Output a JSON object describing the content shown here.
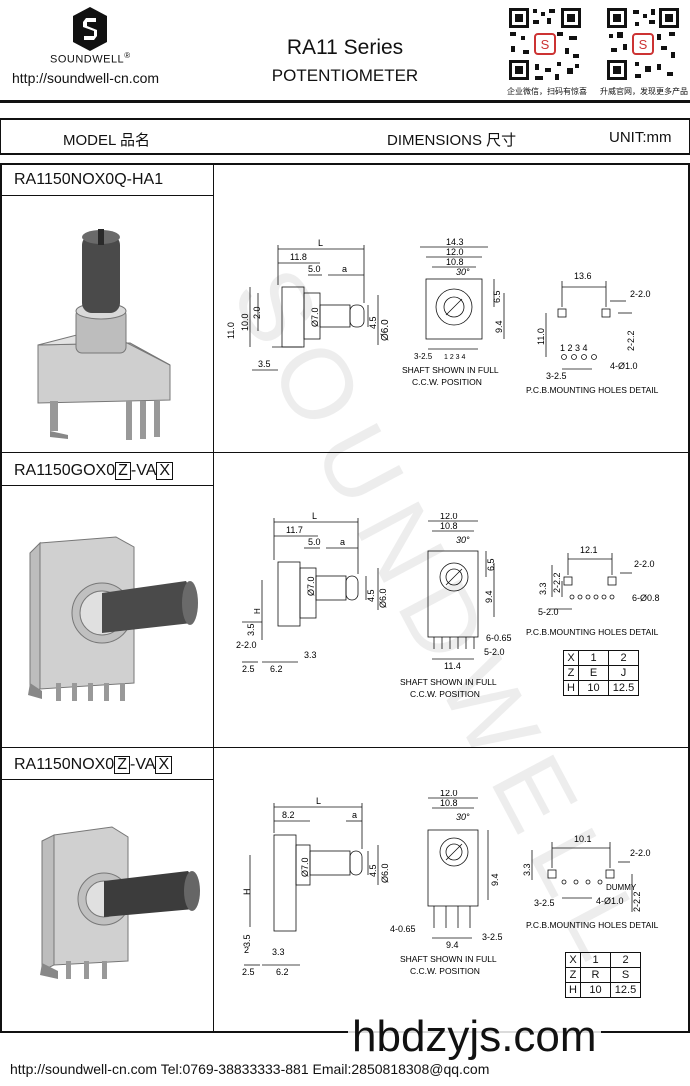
{
  "header": {
    "brand": "SOUNDWELL",
    "registered": "®",
    "website": "http://soundwell-cn.com",
    "title": "RA11 Series",
    "subtitle": "POTENTIOMETER",
    "qr_captions": [
      "企业微信，扫码有惊喜",
      "升威官网，发现更多产品"
    ]
  },
  "columns": {
    "model": "MODEL 品名",
    "dimensions": "DIMENSIONS 尺寸",
    "unit": "UNIT:mm"
  },
  "models": [
    {
      "name": "RA1150NOX0Q-HA1",
      "side_dims": {
        "L": "L",
        "d1": "11.8",
        "d2": "5.0",
        "a": "a",
        "d3": "10.0",
        "d4": "2.0",
        "d5": "11.0",
        "d6": "Ø7.0",
        "d7": "4.5",
        "d8": "Ø6.0",
        "d9": "3.5"
      },
      "front_dims": {
        "w1": "14.3",
        "w2": "12.0",
        "w3": "10.8",
        "ang": "30°",
        "h1": "6.5",
        "h2": "9.4",
        "p": "3-2.5",
        "pins": "1 2 3 4"
      },
      "front_caption": [
        "SHAFT SHOWN IN FULL",
        "C.C.W. POSITION"
      ],
      "pcb_dims": {
        "a": "13.6",
        "b": "2-2.0",
        "c": "11.0",
        "d": "2-2.2",
        "pins": "1 2 3 4",
        "e": "4-Ø1.0",
        "f": "3-2.5"
      },
      "pcb_caption": "P.C.B.MOUNTING HOLES DETAIL"
    },
    {
      "name_prefix": "RA1150GOX0",
      "name_z": "Z",
      "name_mid": "-VA",
      "name_x": "X",
      "side_dims": {
        "L": "L",
        "d1": "11.7",
        "d2": "5.0",
        "a": "a",
        "d6": "Ø7.0",
        "H": "H",
        "d7": "4.5",
        "d8": "Ø6.0",
        "d9": "3.5",
        "d10": "2-2.0",
        "d11": "2.5",
        "d12": "6.2",
        "d13": "3.3"
      },
      "front_dims": {
        "w2": "12.0",
        "w3": "10.8",
        "ang": "30°",
        "h1": "6.5",
        "h2": "9.4",
        "p1": "6-0.65",
        "p2": "5-2.0",
        "w4": "11.4"
      },
      "front_caption": [
        "SHAFT SHOWN IN FULL",
        "C.C.W. POSITION"
      ],
      "pcb_dims": {
        "a": "12.1",
        "b": "2-2.0",
        "c": "3.3",
        "d": "2-2.2",
        "e": "6-Ø0.8",
        "f": "5-2.0"
      },
      "pcb_caption": "P.C.B.MOUNTING HOLES DETAIL",
      "table": [
        [
          "X",
          "1",
          "2"
        ],
        [
          "Z",
          "E",
          "J"
        ],
        [
          "H",
          "10",
          "12.5"
        ]
      ]
    },
    {
      "name_prefix": "RA1150NOX0",
      "name_z": "Z",
      "name_mid": "-VA",
      "name_x": "X",
      "side_dims": {
        "L": "L",
        "d1": "8.2",
        "a": "a",
        "d6": "Ø7.0",
        "H": "H",
        "d7": "4.5",
        "d8": "Ø6.0",
        "d9": "3.5",
        "d10": "2",
        "d14": "3.3",
        "d11": "2.5",
        "d12": "6.2"
      },
      "front_dims": {
        "w2": "12.0",
        "w3": "10.8",
        "ang": "30°",
        "h2": "9.4",
        "p1": "4-0.65",
        "w5": "9.4",
        "p3": "3-2.5"
      },
      "front_caption": [
        "SHAFT SHOWN IN FULL",
        "C.C.W. POSITION"
      ],
      "pcb_dims": {
        "a": "10.1",
        "b": "2-2.0",
        "c": "3.3",
        "dummy": "DUMMY",
        "d": "2-2.2",
        "e": "4-Ø1.0",
        "f": "3-2.5"
      },
      "pcb_caption": "P.C.B.MOUNTING HOLES DETAIL",
      "table": [
        [
          "X",
          "1",
          "2"
        ],
        [
          "Z",
          "R",
          "S"
        ],
        [
          "H",
          "10",
          "12.5"
        ]
      ]
    }
  ],
  "watermark": "SOUNDWELL",
  "footer": {
    "text": "http://soundwell-cn.com  Tel:0769-38833333-881  Email:2850818308@qq.com",
    "overlay": "hbdzyjs.com"
  }
}
